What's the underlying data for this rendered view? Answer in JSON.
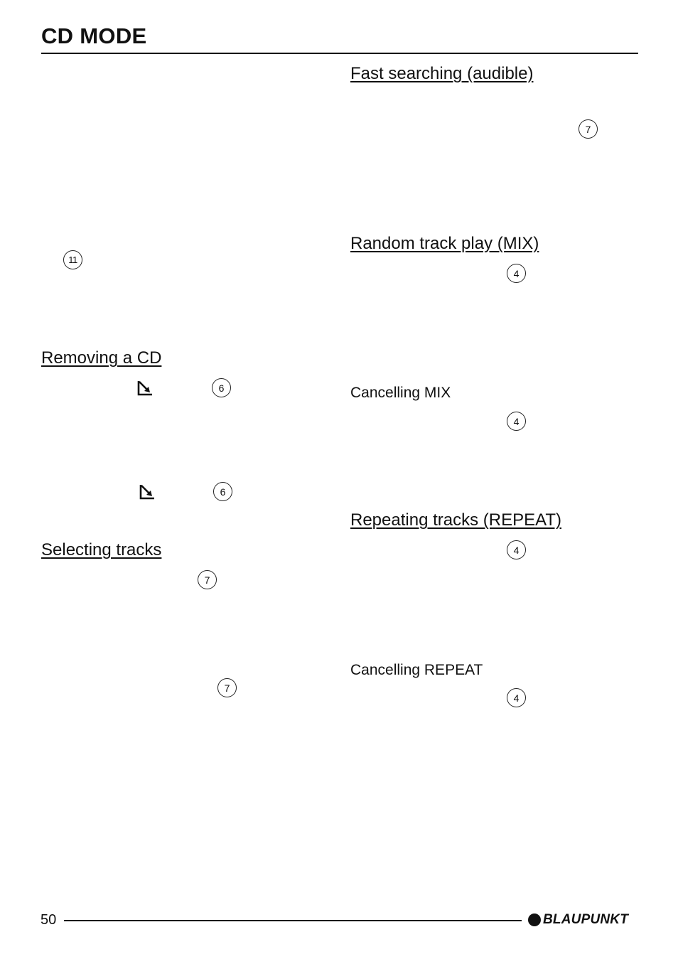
{
  "page": {
    "title": "CD MODE",
    "page_number": "50",
    "brand": "BLAUPUNKT"
  },
  "left_column": {
    "ref_insert": "11",
    "removing_heading": "Removing a CD",
    "eject_ref_1": "6",
    "eject_ref_2": "6",
    "selecting_heading": "Selecting tracks",
    "select_ref_1": "7",
    "select_ref_2": "7"
  },
  "right_column": {
    "fast_search_heading": "Fast searching (audible)",
    "fast_search_ref": "7",
    "mix_heading": "Random track play (MIX)",
    "mix_ref": "4",
    "cancel_mix_heading": "Cancelling MIX",
    "cancel_mix_ref": "4",
    "repeat_heading": "Repeating tracks (REPEAT)",
    "repeat_ref": "4",
    "cancel_repeat_heading": "Cancelling REPEAT",
    "cancel_repeat_ref": "4"
  },
  "icons": {
    "eject": "eject-icon",
    "brand_logo": "blaupunkt-dot-icon"
  }
}
